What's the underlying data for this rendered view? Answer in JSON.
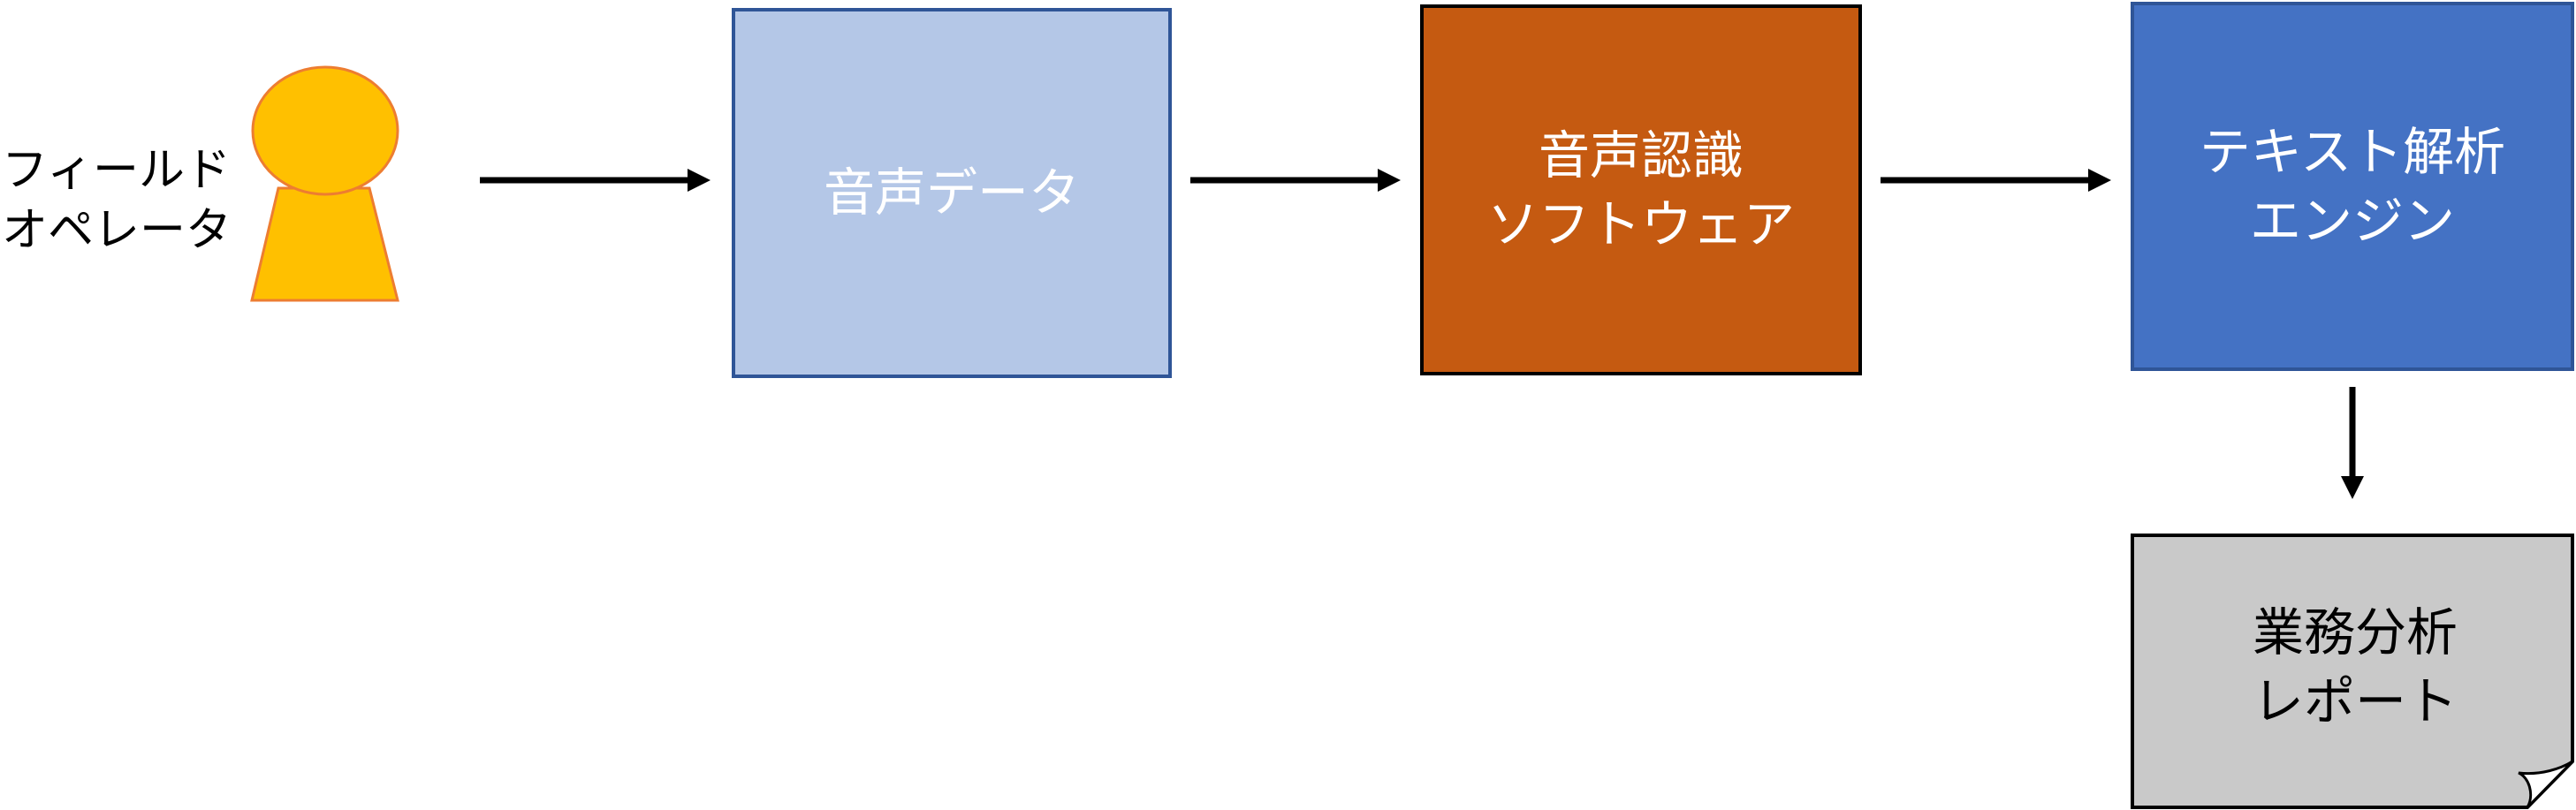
{
  "colors": {
    "person_fill": "#FFC000",
    "person_stroke": "#ED7D31",
    "audio_fill": "#B4C7E7",
    "audio_border": "#2F5597",
    "audio_text": "#FFFFFF",
    "speech_fill": "#C55A11",
    "speech_border": "#000000",
    "speech_text": "#FFFFFF",
    "text_fill": "#4472C4",
    "text_border": "#2F5597",
    "text_text": "#FFFFFF",
    "report_fill": "#C9C9C9",
    "report_border": "#000000",
    "report_text": "#000000",
    "arrow": "#000000"
  },
  "operator": {
    "icon": "person-icon",
    "label_line1": "フィールド",
    "label_line2": "オペレータ"
  },
  "audio_box": {
    "line1": "音声データ"
  },
  "speech_box": {
    "line1": "音声認識",
    "line2": "ソフトウェア"
  },
  "text_box": {
    "line1": "テキスト解析",
    "line2": "エンジン"
  },
  "report": {
    "icon": "document-icon",
    "line1": "業務分析",
    "line2": "レポート"
  }
}
